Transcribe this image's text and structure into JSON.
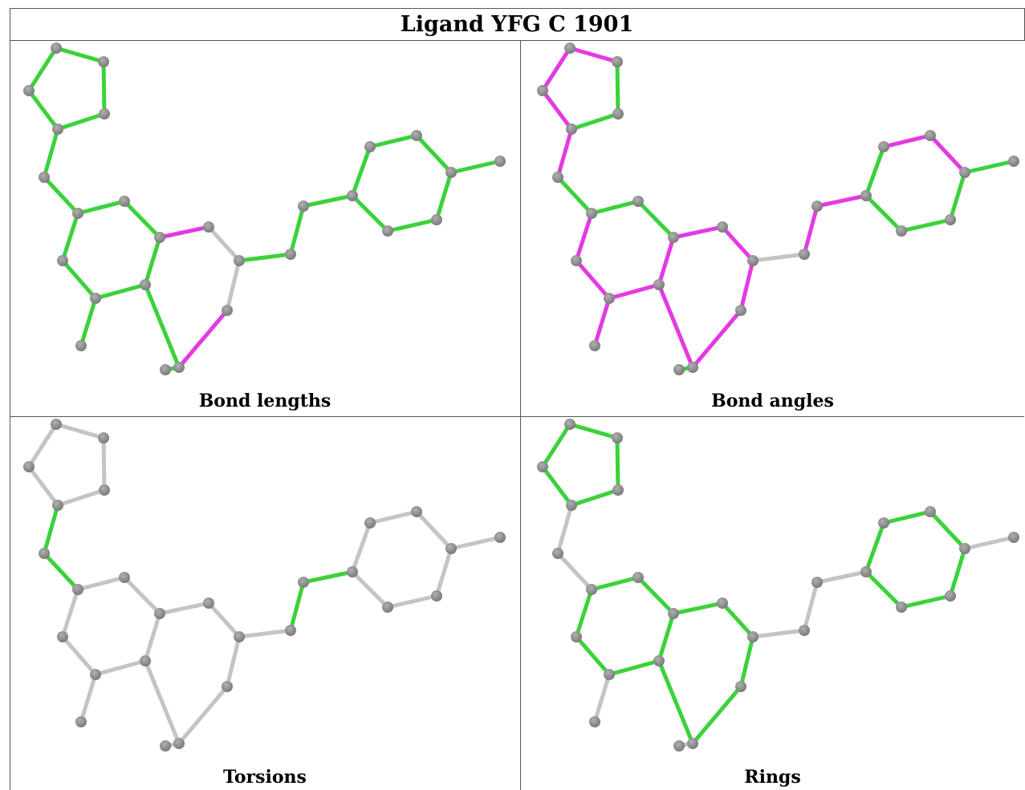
{
  "title": "Ligand YFG C 1901",
  "colors": {
    "green": "#3bd23b",
    "magenta": "#e33ae3",
    "gray": "#c4c4c4",
    "atom": "#7a7a7a"
  },
  "panels": [
    {
      "caption": "Bond lengths"
    },
    {
      "caption": "Bond angles"
    },
    {
      "caption": "Torsions"
    },
    {
      "caption": "Rings"
    }
  ]
}
